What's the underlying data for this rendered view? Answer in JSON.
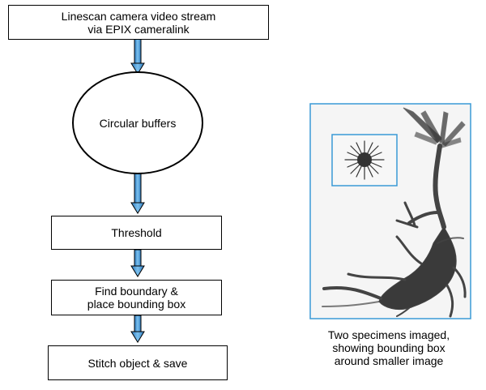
{
  "flowchart": {
    "step_stream": {
      "line1": "Linescan camera video stream",
      "line2": "via EPIX cameralink"
    },
    "step_buffers": "Circular buffers",
    "step_threshold": "Threshold",
    "step_boundary": {
      "line1": "Find boundary &",
      "line2": "place bounding box"
    },
    "step_stitch": "Stitch object & save"
  },
  "specimen_panel": {
    "caption": {
      "line1": "Two specimens imaged,",
      "line2": "showing bounding box",
      "line3": "around smaller image"
    },
    "frame_color": "#3a9ad6",
    "arrow_color": "#3f8fd0"
  }
}
